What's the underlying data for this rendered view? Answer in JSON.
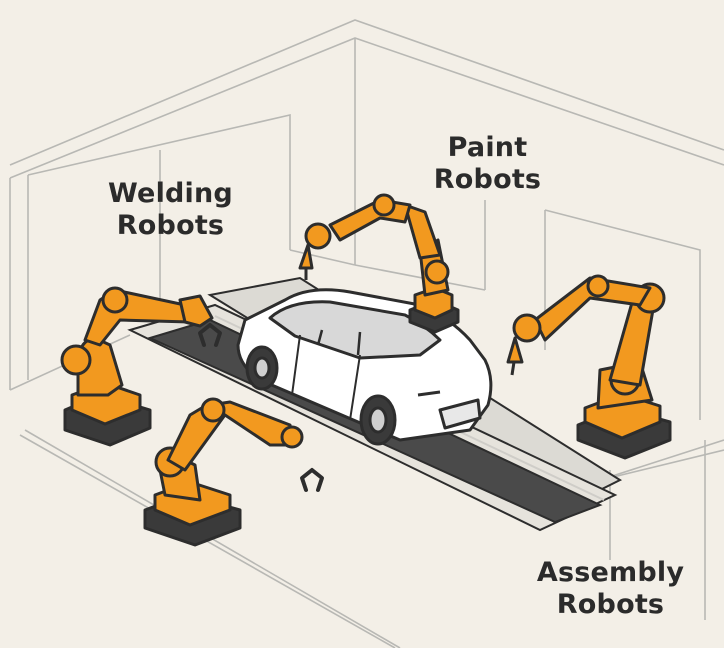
{
  "labels": {
    "welding": {
      "line1": "Welding",
      "line2": "Robots"
    },
    "paint": {
      "line1": "Paint",
      "line2": "Robots"
    },
    "assembly": {
      "line1": "Assembly",
      "line2": "Robots"
    }
  },
  "colors": {
    "background": "#f3efe7",
    "robot_orange": "#f2991f",
    "robot_base": "#3a3a3a",
    "outline": "#2d2d2d",
    "conveyor": "#4a4a4a",
    "car_body": "#ffffff",
    "window": "#d8d8d8"
  },
  "icons": [
    "robot-arm-icon",
    "car-icon",
    "conveyor-icon"
  ]
}
